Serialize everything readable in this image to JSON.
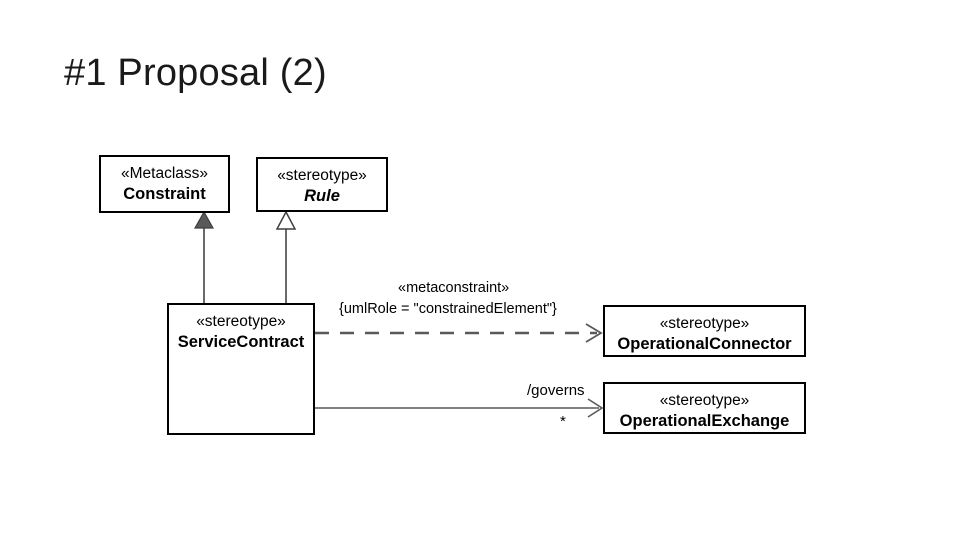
{
  "slide": {
    "title": "#1 Proposal (2)",
    "background_color": "#ffffff",
    "text_color": "#000000"
  },
  "diagram": {
    "type": "uml-profile-diagram",
    "line_color": "#595959",
    "border_color": "#000000",
    "nodes": [
      {
        "id": "constraint",
        "stereotype": "«Metaclass»",
        "name": "Constraint",
        "italic": false
      },
      {
        "id": "rule",
        "stereotype": "«stereotype»",
        "name": "Rule",
        "italic": true
      },
      {
        "id": "service-contract",
        "stereotype": "«stereotype»",
        "name": "ServiceContract",
        "italic": false
      },
      {
        "id": "operational-connector",
        "stereotype": "«stereotype»",
        "name": "OperationalConnector",
        "italic": false
      },
      {
        "id": "operational-exchange",
        "stereotype": "«stereotype»",
        "name": "OperationalExchange",
        "italic": false
      }
    ],
    "edges": [
      {
        "id": "extension",
        "from": "service-contract",
        "to": "constraint",
        "style": "solid",
        "arrowhead": "filled-triangle",
        "labels": []
      },
      {
        "id": "generalization",
        "from": "service-contract",
        "to": "rule",
        "style": "solid",
        "arrowhead": "hollow-triangle",
        "labels": []
      },
      {
        "id": "metaconstraint",
        "from": "service-contract",
        "to": "operational-connector",
        "style": "dashed",
        "arrowhead": "open-arrow",
        "labels": [
          "«metaconstraint»",
          "{umlRole = \"constrainedElement\"}"
        ]
      },
      {
        "id": "governs",
        "from": "service-contract",
        "to": "operational-exchange",
        "style": "solid",
        "arrowhead": "open-arrow",
        "labels": [
          "/governs",
          "*"
        ]
      }
    ],
    "labels": {
      "metaconstraint": "«metaconstraint»",
      "umlrole": "{umlRole = \"constrainedElement\"}",
      "governs": "/governs",
      "governs_multiplicity": "*"
    }
  }
}
